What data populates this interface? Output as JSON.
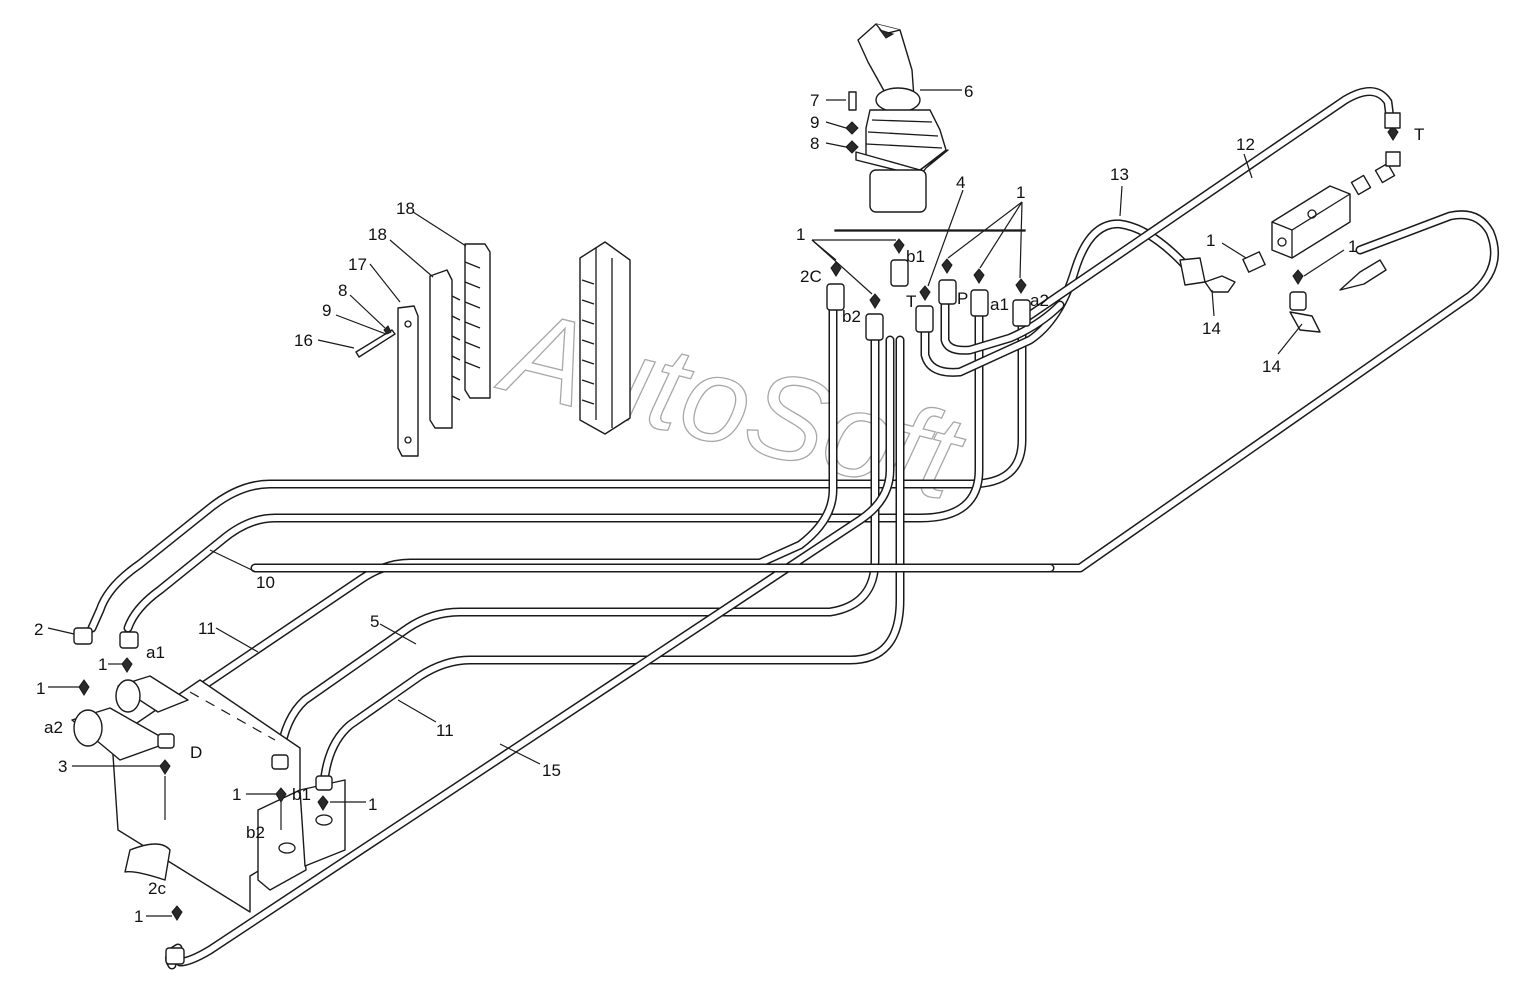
{
  "watermark": "AutoSoft",
  "colors": {
    "line": "#1a1a1a",
    "background": "#ffffff",
    "watermark": "#9a9a9a"
  },
  "callouts": [
    {
      "id": "c6",
      "text": "6"
    },
    {
      "id": "c7",
      "text": "7"
    },
    {
      "id": "c9top",
      "text": "9"
    },
    {
      "id": "c8top",
      "text": "8"
    },
    {
      "id": "c4",
      "text": "4"
    },
    {
      "id": "c1topright",
      "text": "1"
    },
    {
      "id": "c1topleft",
      "text": "1"
    },
    {
      "id": "c2C",
      "text": "2C"
    },
    {
      "id": "cb1top",
      "text": "b1"
    },
    {
      "id": "cb2top",
      "text": "b2"
    },
    {
      "id": "cTtop",
      "text": "T"
    },
    {
      "id": "cP",
      "text": "P"
    },
    {
      "id": "ca1top",
      "text": "a1"
    },
    {
      "id": "ca2top",
      "text": "a2"
    },
    {
      "id": "c13",
      "text": "13"
    },
    {
      "id": "c12",
      "text": "12"
    },
    {
      "id": "cTright",
      "text": "T"
    },
    {
      "id": "c1valveL",
      "text": "1"
    },
    {
      "id": "c1valveR",
      "text": "1"
    },
    {
      "id": "c14a",
      "text": "14"
    },
    {
      "id": "c14b",
      "text": "14"
    },
    {
      "id": "c18a",
      "text": "18"
    },
    {
      "id": "c18b",
      "text": "18"
    },
    {
      "id": "c17",
      "text": "17"
    },
    {
      "id": "c8mid",
      "text": "8"
    },
    {
      "id": "c9mid",
      "text": "9"
    },
    {
      "id": "c16",
      "text": "16"
    },
    {
      "id": "c10",
      "text": "10"
    },
    {
      "id": "c11a",
      "text": "11"
    },
    {
      "id": "c5",
      "text": "5"
    },
    {
      "id": "c11b",
      "text": "11"
    },
    {
      "id": "c15",
      "text": "15"
    },
    {
      "id": "c2",
      "text": "2"
    },
    {
      "id": "c1a1",
      "text": "1"
    },
    {
      "id": "ca1",
      "text": "a1"
    },
    {
      "id": "c1left",
      "text": "1"
    },
    {
      "id": "ca2",
      "text": "a2"
    },
    {
      "id": "c3",
      "text": "3"
    },
    {
      "id": "cD",
      "text": "D"
    },
    {
      "id": "c1b1",
      "text": "1"
    },
    {
      "id": "cb1",
      "text": "b1"
    },
    {
      "id": "c1right",
      "text": "1"
    },
    {
      "id": "cb2",
      "text": "b2"
    },
    {
      "id": "c2c",
      "text": "2c"
    },
    {
      "id": "c1bottom",
      "text": "1"
    }
  ]
}
